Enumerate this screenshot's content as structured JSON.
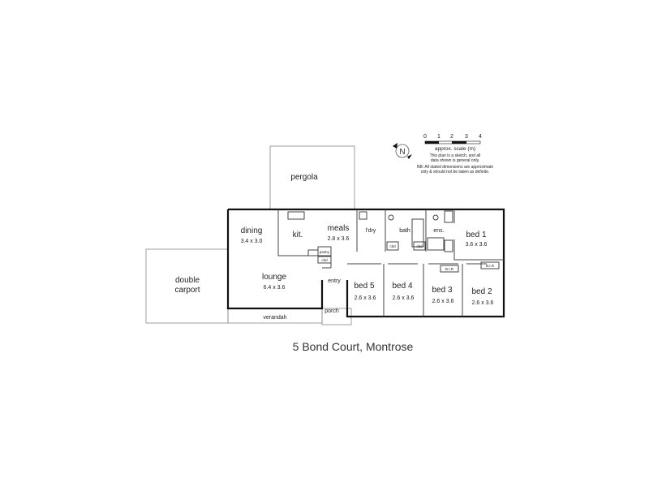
{
  "title": "5 Bond Court, Montrose",
  "rooms": {
    "pergola": "pergola",
    "dining": {
      "name": "dining",
      "dim": "3.4 x 3.0"
    },
    "kitchen": "kit.",
    "meals": {
      "name": "meals",
      "dim": "2.8 x 3.6"
    },
    "lounge": {
      "name": "lounge",
      "dim": "6.4 x 3.6"
    },
    "entry": "entry",
    "porch": "porch",
    "verandah": "verandah",
    "carport": {
      "line1": "double",
      "line2": "carport"
    },
    "laundry": "l'dry",
    "bath": "bath",
    "ensuite": "ens.",
    "bed1": {
      "name": "bed 1",
      "dim": "3.6 x 3.6"
    },
    "bed2": {
      "name": "bed 2",
      "dim": "2.6 x 3.6"
    },
    "bed3": {
      "name": "bed 3",
      "dim": "2.6 x 3.6"
    },
    "bed4": {
      "name": "bed 4",
      "dim": "2.6 x 3.6"
    },
    "bed5": {
      "name": "bed 5",
      "dim": "2.6 x 3.6"
    },
    "pantry": "pantry",
    "cupboard": "cbd",
    "robe": "B.I.R"
  },
  "scale": {
    "ticks": [
      "0",
      "1",
      "2",
      "3",
      "4"
    ],
    "label": "approx. scale (m)",
    "note1": "This plan is a sketch, and all",
    "note2": "data shown is general only.",
    "note3": "NB: All stated dimensions are approximate",
    "note4": "only & should not be taken as definite."
  },
  "north_label": "N"
}
